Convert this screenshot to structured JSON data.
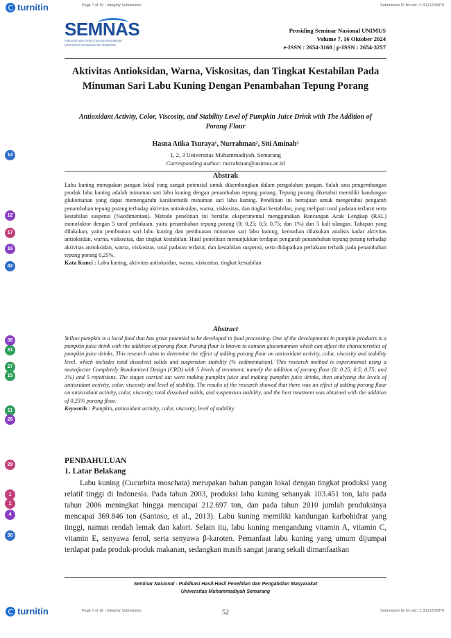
{
  "turnitin": {
    "logo_text": "turnitin",
    "page_info": "Page 7 of 16 - Integrity Submission",
    "submission_id": "Submission ID trn:oid:::1:3121203879"
  },
  "journal": {
    "logo_text": "SEMNAS",
    "logo_sub1": "PUBLIKASI HASIL PENELITIAN DAN PENGABDIAN",
    "logo_sub2": "UNIVERSITAS MUHAMMADIYAH SEMARANG",
    "name": "Prosiding Seminar Nasional UNIMUS",
    "volume": "Volume 7, 16 Oktober 2024",
    "issn": "e-ISSN : 2654-3168 | p-ISSN : 2654-3257"
  },
  "article": {
    "title": "Aktivitas Antioksidan, Warna, Viskositas, dan Tingkat Kestabilan Pada Minuman Sari Labu Kuning Dengan Penambahan Tepung Porang",
    "subtitle": "Antioxidant Activity, Color, Viscosity, and Stability Level of Pumpkin Juice Drink with The Addition of Porang Flour",
    "authors": "Hasna Atika Tsuraya¹, Nurrahman², Siti Aminah³",
    "affiliation": "1, 2, 3 Universitas Muhammadiyah, Semarang",
    "corresponding_label": "Corresponding author:",
    "corresponding_email": "nurrahman@unimus.ac.id"
  },
  "abstrak": {
    "heading": "Abstrak",
    "body": "Labu kuning merupakan pangan lokal yang sangat potensial untuk dikembangkan dalam pengolahan pangan. Salah satu pengembangan produk labu kuning adalah minuman sari labu kuning dengan penambahan tepung porang. Tepung porang diketahui memiliki kandungan glukomanan yang dapat memengaruhi karakteristik minuman sari labu kuning. Penelitian ini bertujuan untuk mengetahui pengaruh penambahan tepung porang terhadap aktivitas antioksidan, warna, viskositas, dan tingkat kestabilan, yang meliputi total padatan terlarut serta kestabilan suspensi (%sedimentasi). Metode penelitian ini bersifat eksperimental menggunakan Rancangan Acak Lengkap (RAL) monofaktor dengan 5 taraf perlakuan, yaitu penambahan tepung porang (0; 0,25; 0,5; 0,75; dan 1%) dan 5 kali ulangan. Tahapan yang dilakukan, yaitu pembuatan sari labu kuning dan pembuatan minuman sari labu kuning, kemudian dilakukan analisis kadar aktivitas antioksidan, warna, viskositas, dan tingkat kestabilan. Hasil penelitian menunjukkan terdapat pengaruh penambahan tepung porang terhadap aktivitas antioksidan, warna, viskositas, total padatan terlarut, dan kestabilan suspensi, serta didapatkan perlakuan terbaik pada penambahan tepung porang 0,25%.",
    "keywords_label": "Kata Kunci :",
    "keywords": "Labu kuning, aktivitas antioksidan, warna, viskositas, tingkat kestabilan"
  },
  "abstract": {
    "heading": "Abstract",
    "body": "Yellow pumpkin is a local food that has great potential to be developed in food processing. One of the developments in pumpkin products is a pumpkin juice drink with the addition of porang flour. Porang flour is known to contain glucomannan which can affect the characteristics of pumpkin juice drinks. This research aims to determine the effect of adding porang flour on antioxidant activity, color, viscosity and stability level, which includes total dissolved solids and suspension stability (% sedimentation). This research method is experimental using a monofactor Completely Randomized Design (CRD) with 5 levels of treatment, namely the addition of porang flour (0; 0.25; 0.5; 0.75; and 1%) and 5 repetitions. The stages carried out were making pumpkin juice and making pumpkin juice drinks, then analyzing the levels of antioxidant activity, color, viscosity and level of stability. The results of the research showed that there was an effect of adding porang flour on antioxidant activity, color, viscosity, total dissolved solids, and suspension stability, and the best treatment was obtained with the addition of 0.25% porang flour.",
    "keywords_label": "Keywords :",
    "keywords": "Pumpkin, antioxidant activity, color, viscosity, level of stability"
  },
  "intro": {
    "heading": "PENDAHULUAN",
    "subheading": "1.   Latar Belakang",
    "body": "Labu kuning (Cucurbita moschata) merupakan bahan pangan lokal dengan tingkat produksi yang relatif tinggi di Indonesia. Pada tahun 2003, produksi labu kuning sebanyak 103.451 ton, lalu pada tahun 2006 meningkat hingga mencapai 212.697 ton, dan pada tahun 2010 jumlah produksinya mencapai 369.846 ton (Santoso, et al., 2013). Labu kuning memiliki kandungan karbohidrat yang tinggi, namun rendah lemak dan kalori. Selain itu, labu kuning mengandung vitamin A, vitamin C, vitamin E, senyawa fenol, serta senyawa β-karoten. Pemanfaat labu kuning yang umum dijumpai terdapat pada produk-produk makanan, sedangkan masih sangat jarang sekali dimanfaatkan"
  },
  "badges": [
    {
      "label": "14",
      "color": "#2f6fc9"
    },
    {
      "label": "12",
      "color": "#8a3fc2"
    },
    {
      "label": "17",
      "color": "#c23f7a"
    },
    {
      "label": "16",
      "color": "#8a3fc2"
    },
    {
      "label": "42",
      "color": "#2f6fc9"
    },
    {
      "label": "36",
      "color": "#8a3fc2"
    },
    {
      "label": "31",
      "color": "#2e9e5b"
    },
    {
      "label": "27",
      "color": "#2e9e5b"
    },
    {
      "label": "15",
      "color": "#2e9e5b"
    },
    {
      "label": "11",
      "color": "#2e9e5b"
    },
    {
      "label": "28",
      "color": "#8a3fc2"
    },
    {
      "label": "29",
      "color": "#c23f7a"
    },
    {
      "label": "1",
      "color": "#c23f7a"
    },
    {
      "label": "1",
      "color": "#c23f7a"
    },
    {
      "label": "4",
      "color": "#8a3fc2"
    },
    {
      "label": "30",
      "color": "#2f6fc9"
    }
  ],
  "footer": {
    "line1": "Seminar Nasional - Publikasi Hasil-Hasil Penelitian dan Pengabdian Masyarakat",
    "line2": "Universitas Muhammadiyah Semarang",
    "page_number": "52"
  }
}
